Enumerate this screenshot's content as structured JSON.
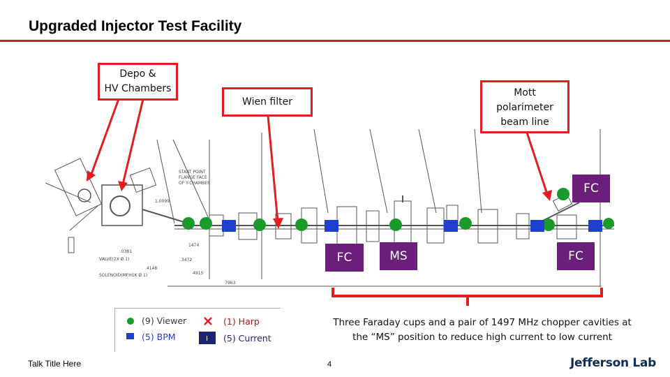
{
  "slide": {
    "title": "Upgraded Injector Test Facility"
  },
  "callouts": {
    "depo": "Depo &\nHV Chambers",
    "wien": "Wien filter",
    "mott": "Mott\npolarimeter\nbeam line"
  },
  "faraday_labels": {
    "fc_top": "FC",
    "fc_left": "FC",
    "ms": "MS",
    "fc_right": "FC"
  },
  "drawing_labels": {
    "start_point": "START POINT",
    "flange_face": "FLANGE FACE",
    "of_y_chamber": "OF Y-CHAMBER",
    "dim_1": "1.0099",
    "dim_2": ".0381",
    "valve": "VALVE(2X Ø 1)",
    "dim_3": ".4148",
    "solenoid": "SOLENOID(MFH1K Ø 1)",
    "dim_4": "1474",
    "dim_5": ".3472",
    "dim_6": "4915",
    "dim_7": "7963"
  },
  "legend": {
    "viewer": "(9) Viewer",
    "bpm": "(5) BPM",
    "harp": "(1) Harp",
    "current": "(5) Current",
    "current_symbol": "I"
  },
  "caption": "Three Faraday cups and a pair of 1497 MHz chopper cavities at the “MS” position to reduce high current to low current",
  "footer": {
    "talk_title": "Talk Title Here",
    "page_number": "4",
    "logo": "Jefferson Lab"
  },
  "colors": {
    "accent_red": "#e31d1d",
    "rule_red": "#c0282d",
    "fc_purple": "#6b1e7a",
    "viewer_green": "#1a9a2a",
    "bpm_blue": "#1f3fd1"
  }
}
